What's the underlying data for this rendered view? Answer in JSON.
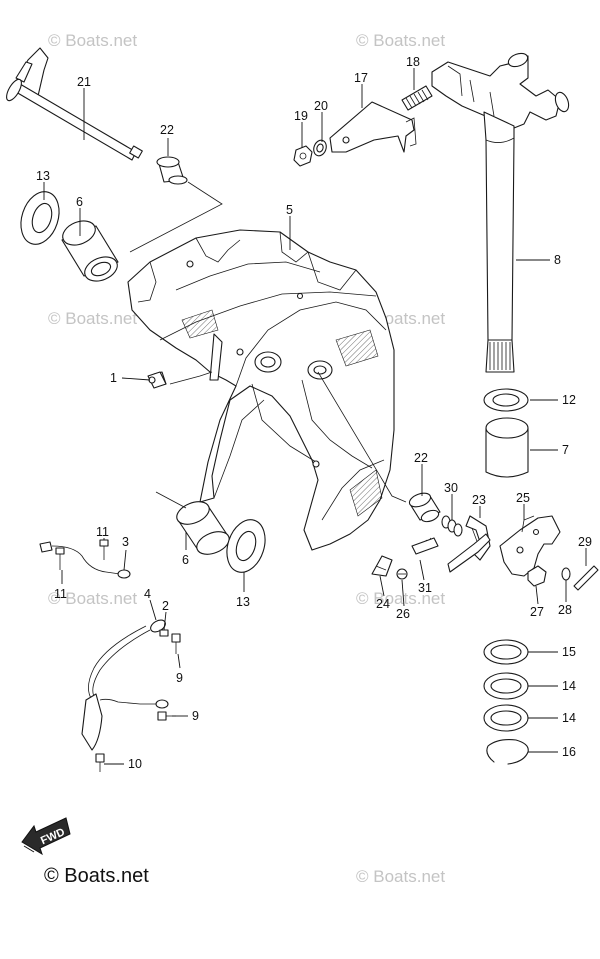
{
  "watermark": "© Boats.net",
  "brand": "© Boats.net",
  "fwd_label": "FWD",
  "colors": {
    "line": "#1a1a1a",
    "watermark": "#c4c4c4",
    "background": "#ffffff"
  },
  "callouts": [
    {
      "id": "c21",
      "text": "21"
    },
    {
      "id": "c22a",
      "text": "22"
    },
    {
      "id": "c13a",
      "text": "13"
    },
    {
      "id": "c6a",
      "text": "6"
    },
    {
      "id": "c5",
      "text": "5"
    },
    {
      "id": "c1",
      "text": "1"
    },
    {
      "id": "c17",
      "text": "17"
    },
    {
      "id": "c18",
      "text": "18"
    },
    {
      "id": "c19",
      "text": "19"
    },
    {
      "id": "c20",
      "text": "20"
    },
    {
      "id": "c8",
      "text": "8"
    },
    {
      "id": "c12",
      "text": "12"
    },
    {
      "id": "c7",
      "text": "7"
    },
    {
      "id": "c22b",
      "text": "22"
    },
    {
      "id": "c30",
      "text": "30"
    },
    {
      "id": "c23",
      "text": "23"
    },
    {
      "id": "c25",
      "text": "25"
    },
    {
      "id": "c29",
      "text": "29"
    },
    {
      "id": "c24",
      "text": "24"
    },
    {
      "id": "c26",
      "text": "26"
    },
    {
      "id": "c31",
      "text": "31"
    },
    {
      "id": "c27",
      "text": "27"
    },
    {
      "id": "c28",
      "text": "28"
    },
    {
      "id": "c15",
      "text": "15"
    },
    {
      "id": "c14a",
      "text": "14"
    },
    {
      "id": "c14b",
      "text": "14"
    },
    {
      "id": "c16",
      "text": "16"
    },
    {
      "id": "c11a",
      "text": "11"
    },
    {
      "id": "c3",
      "text": "3"
    },
    {
      "id": "c11b",
      "text": "11"
    },
    {
      "id": "c6b",
      "text": "6"
    },
    {
      "id": "c13b",
      "text": "13"
    },
    {
      "id": "c4",
      "text": "4"
    },
    {
      "id": "c2",
      "text": "2"
    },
    {
      "id": "c9a",
      "text": "9"
    },
    {
      "id": "c9b",
      "text": "9"
    },
    {
      "id": "c10",
      "text": "10"
    }
  ]
}
